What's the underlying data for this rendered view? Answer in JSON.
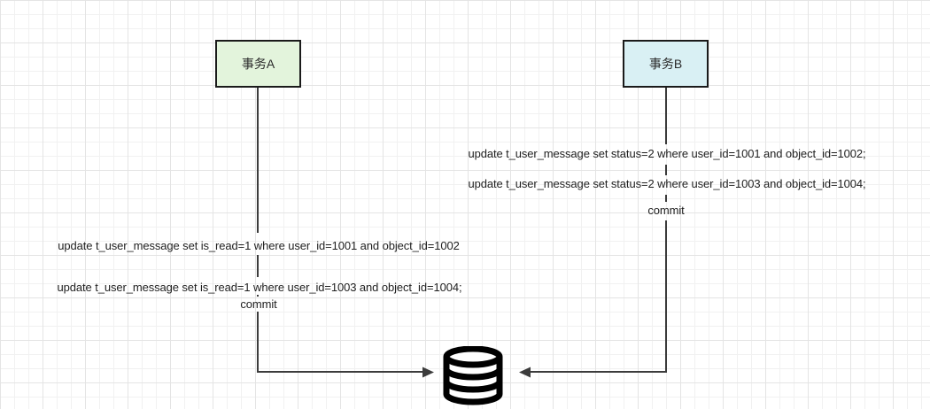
{
  "diagram": {
    "nodes": {
      "transaction_a": {
        "label": "事务A",
        "fill": "#e3f4dc"
      },
      "transaction_b": {
        "label": "事务B",
        "fill": "#d9f0f4"
      }
    },
    "labels": {
      "a_sql_1": "update t_user_message set is_read=1 where user_id=1001 and object_id=1002",
      "a_sql_2": "update t_user_message set is_read=1 where user_id=1003 and object_id=1004;",
      "a_commit": "commit",
      "b_sql_1": "update t_user_message set status=2 where user_id=1001 and object_id=1002;",
      "b_sql_2": "update t_user_message set status=2 where user_id=1003 and object_id=1004;",
      "b_commit": "commit"
    },
    "icons": {
      "database": "database-icon"
    },
    "colors": {
      "node_border": "#1a1a1a",
      "connector": "#3c3c3c",
      "text": "#1f1f1f",
      "grid_minor": "#f1f1f1",
      "grid_major": "#e4e4e4",
      "database_icon": "#000000"
    }
  }
}
